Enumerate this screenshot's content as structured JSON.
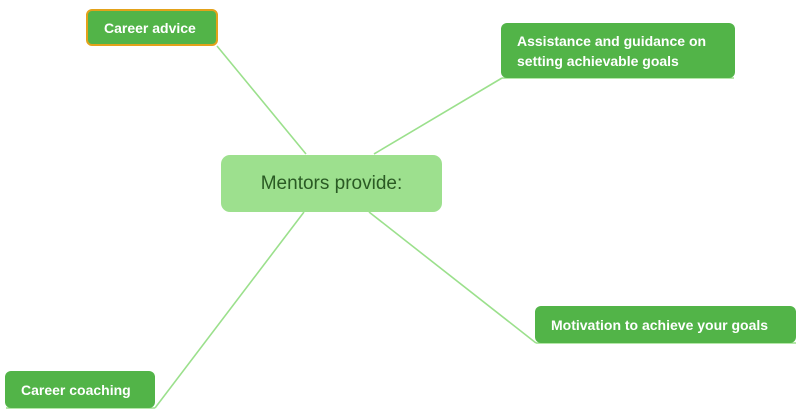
{
  "mindmap": {
    "central": {
      "label": "Mentors provide:"
    },
    "branches": [
      {
        "id": "career-advice",
        "label": "Career advice",
        "selected": true
      },
      {
        "id": "assistance-goals",
        "label": "Assistance and guidance on setting achievable goals",
        "selected": false
      },
      {
        "id": "motivation",
        "label": "Motivation to achieve your goals",
        "selected": false
      },
      {
        "id": "career-coaching",
        "label": "Career coaching",
        "selected": false
      }
    ]
  },
  "colors": {
    "branch_fill": "#52b448",
    "central_fill": "#9de08e",
    "connector": "#9be08c",
    "selection_border": "#e3a21a",
    "central_text": "#2a5a24"
  }
}
